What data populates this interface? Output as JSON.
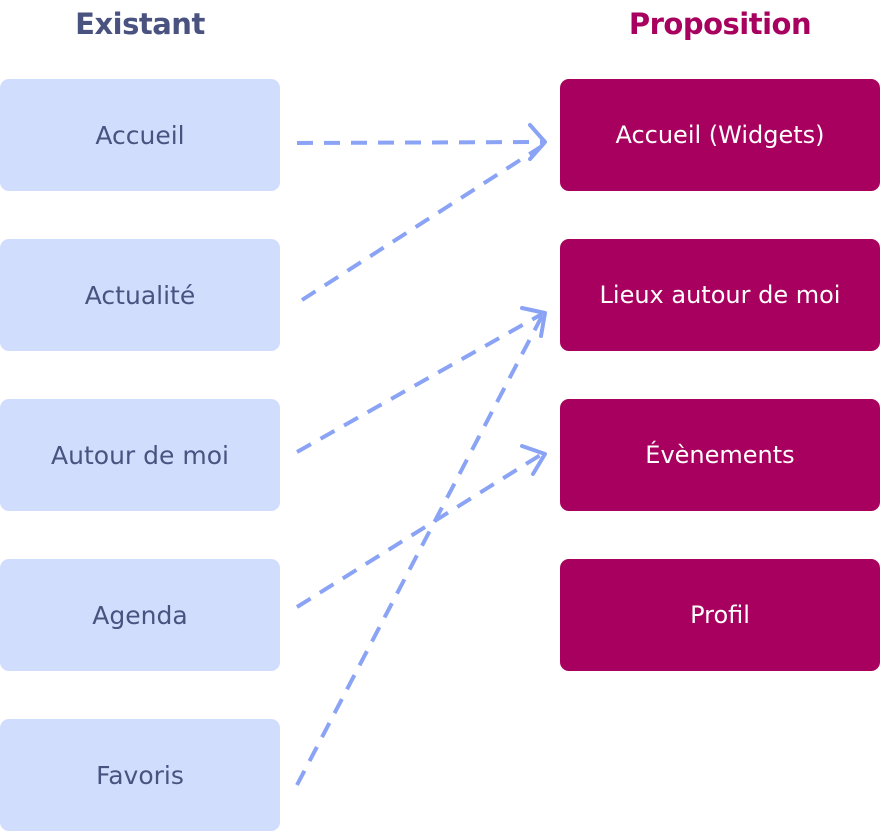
{
  "columns": {
    "existing_title": "Existant",
    "proposal_title": "Proposition"
  },
  "existing": [
    {
      "id": "e1",
      "label": "Accueil"
    },
    {
      "id": "e2",
      "label": "Actualité"
    },
    {
      "id": "e3",
      "label": "Autour de moi"
    },
    {
      "id": "e4",
      "label": "Agenda"
    },
    {
      "id": "e5",
      "label": "Favoris"
    }
  ],
  "proposal": [
    {
      "id": "p1",
      "label": "Accueil (Widgets)"
    },
    {
      "id": "p2",
      "label": "Lieux autour de moi"
    },
    {
      "id": "p3",
      "label": "Évènements"
    },
    {
      "id": "p4",
      "label": "Profil"
    }
  ],
  "mappings": [
    {
      "from": "e1",
      "to": "p1"
    },
    {
      "from": "e2",
      "to": "p1"
    },
    {
      "from": "e3",
      "to": "p2"
    },
    {
      "from": "e5",
      "to": "p2"
    },
    {
      "from": "e4",
      "to": "p3"
    }
  ],
  "colors": {
    "existing_fill": "#d0ddfd",
    "existing_text": "#4a5380",
    "proposal_fill": "#a8005e",
    "proposal_text": "#ffffff",
    "connector": "#8aa3f5"
  }
}
